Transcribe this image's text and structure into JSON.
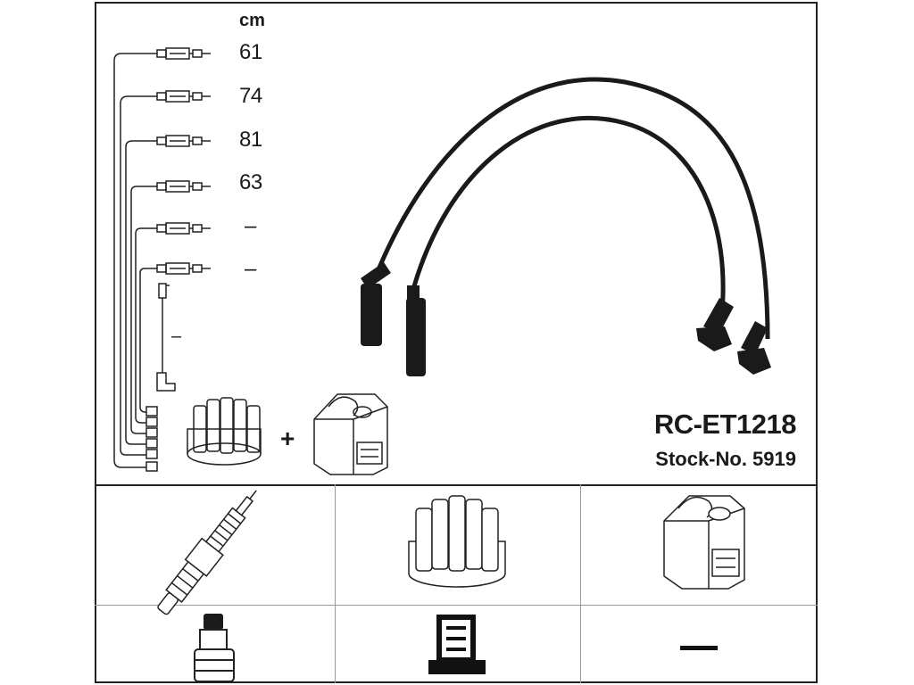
{
  "unit_label": "cm",
  "lengths": [
    "61",
    "74",
    "81",
    "63",
    "–",
    "–"
  ],
  "coil_lead_length": "–",
  "plus_sign": "+",
  "product": {
    "code": "RC-ET1218",
    "stock": "Stock-No. 5919"
  },
  "bottom_right_dash": "—",
  "icons": [
    "spark-plug-icon",
    "distributor-cap-icon",
    "ignition-coil-icon",
    "plug-boot-icon",
    "distributor-boot-icon"
  ],
  "colors": {
    "line": "#222222",
    "fill_dark": "#1a1a1a",
    "fill_light": "#e8e8e8"
  }
}
